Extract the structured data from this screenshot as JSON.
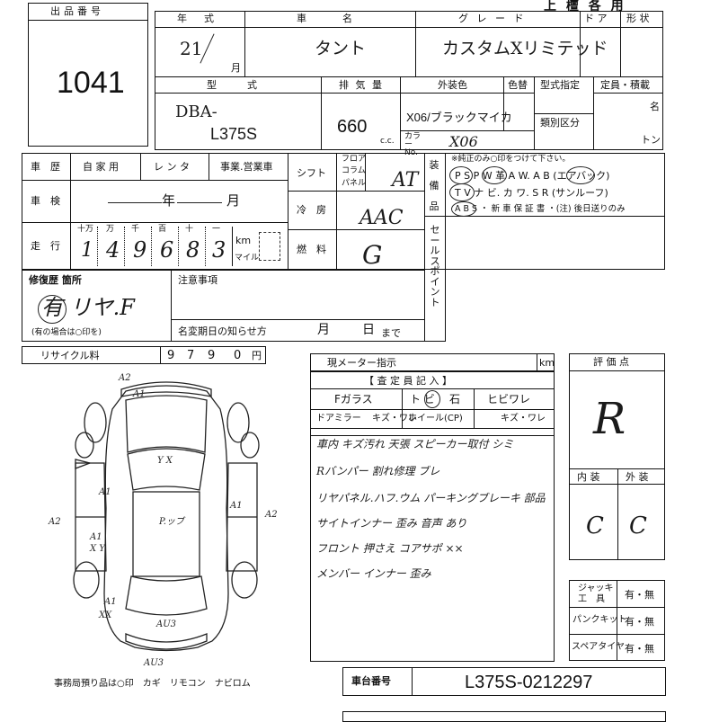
{
  "header": {
    "lot_label": "出品番号",
    "lot_number": "1041",
    "title_partial": "上 檀 各 用"
  },
  "row1": {
    "year_label": "年　式",
    "year_value": "21",
    "month_mark": "月",
    "make_label": "車　　名",
    "make_value": "タント",
    "grade_label": "グ レ ー ド",
    "grade_value": "カスタムXリミテッド",
    "door_label": "ド ア",
    "shape_label": "形 状"
  },
  "row2": {
    "model_label": "型　　式",
    "model_value_1": "DBA-",
    "model_value_2": "L375S",
    "disp_label": "排 気 量",
    "disp_value": "660",
    "disp_unit": "c.c.",
    "ext_color_label": "外装色",
    "ext_color_value": "X06/ブラックマイカ",
    "color_change_label": "色替",
    "color_no_label": "カラー No.",
    "color_no_value": "X06",
    "designation_label": "型式指定",
    "category_label": "類別区分",
    "capacity_label": "定員・積載",
    "capacity_unit_people": "名",
    "capacity_unit_ton": "トン"
  },
  "history": {
    "label": "車　歴",
    "private": "自 家 用",
    "rental": "レ ン タ",
    "business": "事業.営業車",
    "inspection_label": "車　検",
    "inspection_year": "年",
    "inspection_month": "月",
    "mileage_label": "走　行",
    "digit_units": [
      "十万",
      "万",
      "千",
      "百",
      "十",
      "一"
    ],
    "mileage_digits": [
      "1",
      "4",
      "9",
      "6",
      "8",
      "3"
    ],
    "km_label": "km",
    "mile_label": "マイル"
  },
  "specs": {
    "shift_label": "シフト",
    "floor": "フロア",
    "column": "コラム",
    "panel": "パネル",
    "shift_value": "AT",
    "ac_label": "冷　房",
    "ac_value": "AAC",
    "fuel_label": "燃　料",
    "fuel_value": "G"
  },
  "equipment": {
    "label_chars": [
      "装",
      "備",
      "品"
    ],
    "note": "※純正のみ○印をつけて下さい。",
    "line1": "P S  P W  革 A W. A B (エアバック)",
    "line2": "T V  ナ ビ. カ ワ. S R (サンルーフ)",
    "line3": "A B S ・ 新 車 保 証 書 ・(注) 後日送りのみ"
  },
  "sales_point": {
    "label": "セールスポイント"
  },
  "repair": {
    "label": "修復歴 箇所",
    "value": "有  リヤ.F",
    "note": "(有の場合は○印を)"
  },
  "caution": {
    "label": "注意事項",
    "deadline_label": "名変期日の知らせ方",
    "month": "月",
    "day": "日",
    "until": "まで"
  },
  "recycle": {
    "label": "リサイクル料",
    "digits": [
      "9",
      "7",
      "9",
      "0"
    ],
    "unit": "円"
  },
  "meter": {
    "label": "現メーター指示",
    "unit": "km"
  },
  "inspector": {
    "title": "【 査 定 員 記 入 】",
    "f_glass": "Fガラス",
    "tobi": "ト ビ",
    "ishi": "石",
    "hibi": "ヒビワレ",
    "door_mirror": "ドアミラー",
    "kizu_ware": "キズ・ワレ",
    "wheel": "ホイール(CP)",
    "wheel_kizu": "キズ・ワレ",
    "comments": [
      "車内 キズ汚れ 天張 スピーカー取付 シミ",
      "Rバンパー 割れ修理 ブレ",
      "リヤパネル.ハフ.ウム  パーキングブレーキ 部品",
      "サイトインナー 歪み          音声 あり",
      "フロント 押さえ コアサポ ××",
      "メンバー インナー 歪み"
    ]
  },
  "grade_box": {
    "label": "評 価 点",
    "score": "R",
    "interior_label": "内 装",
    "exterior_label": "外 装",
    "interior_value": "C",
    "exterior_value": "C"
  },
  "tools": {
    "jack_label_1": "ジャッキ",
    "jack_label_2": "工　具",
    "puncture_kit": "パンクキット",
    "spare_tire": "スペアタイヤ",
    "yes_no": "有・無"
  },
  "diagram": {
    "marks": [
      "A2",
      "A1",
      "Y X",
      "A1",
      "A2",
      "A2",
      "A1",
      "X Y",
      "A1",
      "A1",
      "XX",
      "AU3",
      "AU3",
      "P.ッブ"
    ],
    "footer": "事務局預り品は○印　カギ　リモコン　ナビロム"
  },
  "chassis": {
    "label": "車台番号",
    "value": "L375S-0212297"
  }
}
